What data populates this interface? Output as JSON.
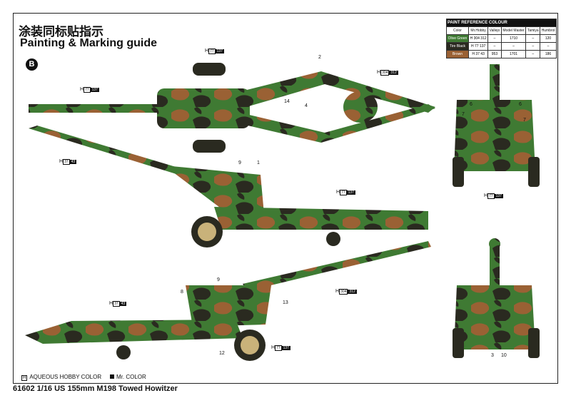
{
  "header": {
    "title_cn": "涂装同标贴指示",
    "title_en": "Painting & Marking guide",
    "badge": "B"
  },
  "paint_table": {
    "title": "PAINT REFERENCE COLOUR",
    "columns": [
      "Color",
      "Mr.Hobby",
      "Vallejo",
      "Model Master",
      "Tamiya",
      "Humbrol"
    ],
    "rows": [
      {
        "color": "Olive Green",
        "hobby": "H 304 312",
        "vallejo": "–",
        "master": "1710",
        "tamiya": "–",
        "humbrol": "120",
        "cls": "c1"
      },
      {
        "color": "Tire Black",
        "hobby": "H 77 137",
        "vallejo": "–",
        "master": "–",
        "tamiya": "–",
        "humbrol": "–",
        "cls": "c2"
      },
      {
        "color": "Brown",
        "hobby": "H 37 43",
        "vallejo": "953",
        "master": "1701",
        "tamiya": "–",
        "humbrol": "186",
        "cls": "c3"
      }
    ]
  },
  "callouts": {
    "n2": "2",
    "n4": "4",
    "n14": "14",
    "n6a": "6",
    "n6b": "6",
    "n7a": "7",
    "n7b": "7",
    "n9a": "9",
    "n1": "1",
    "n9b": "9",
    "n8": "8",
    "n13": "13",
    "n12": "12",
    "n3": "3",
    "n10": "10"
  },
  "hrefs": {
    "a": {
      "h": "H",
      "b": "77",
      "w": "137"
    },
    "b": {
      "h": "H",
      "b": "77",
      "w": "137"
    },
    "c": {
      "h": "H",
      "b": "304",
      "w": "312"
    },
    "d": {
      "h": "H",
      "b": "37",
      "w": "43"
    },
    "e": {
      "h": "H",
      "b": "77",
      "w": "137"
    },
    "f": {
      "h": "H",
      "b": "77",
      "w": "137"
    },
    "g": {
      "h": "H",
      "b": "304",
      "w": "312"
    },
    "h": {
      "h": "H",
      "b": "37",
      "w": "43"
    },
    "i": {
      "h": "H",
      "b": "77",
      "w": "137"
    }
  },
  "legend": {
    "aqueous_box": "H",
    "aqueous": "AQUEOUS HOBBY COLOR",
    "mr": "Mr. COLOR"
  },
  "footer": "61602 1/16  US 155mm M198 Towed Howitzer",
  "colors": {
    "green": "#3f7a33",
    "black": "#2a2a20",
    "brown": "#9a6134",
    "tan": "#c9b27a"
  }
}
